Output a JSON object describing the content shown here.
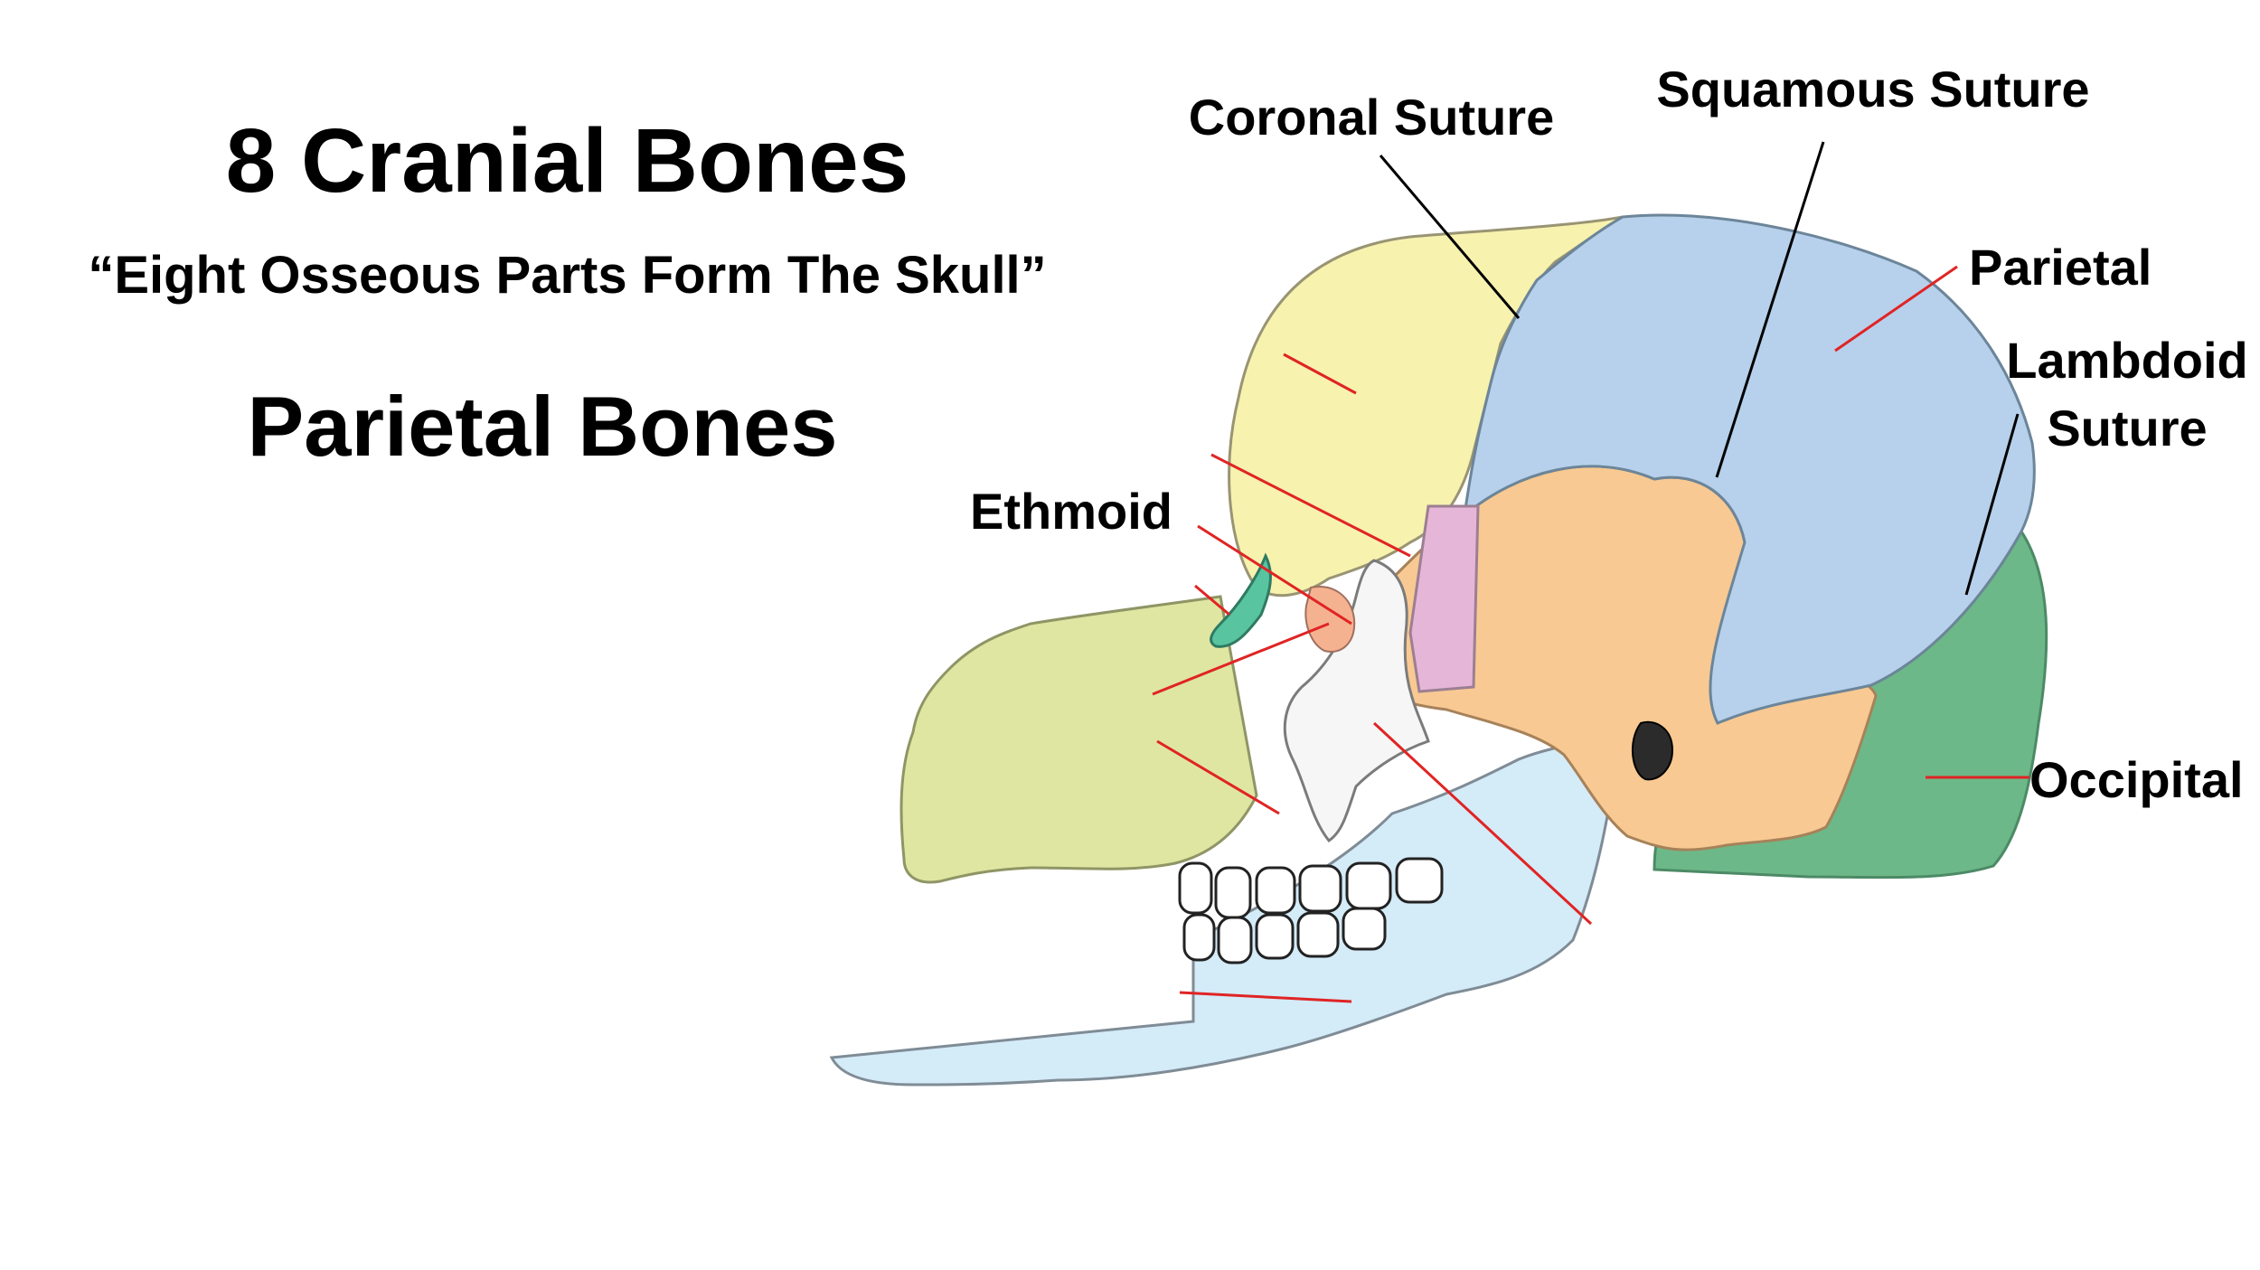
{
  "title": "8 Cranial Bones",
  "mnemonic": "“Eight Osseous Parts Form The Skull”",
  "subtitle": "Parietal Bones",
  "labels": {
    "coronal_suture": "Coronal Suture",
    "squamous_suture": "Squamous Suture",
    "parietal": "Parietal",
    "lambdoid_line1": "Lambdoid",
    "lambdoid_line2": "Suture",
    "ethmoid": "Ethmoid",
    "occipital": "Occipital"
  },
  "colors": {
    "frontal": "#f7f2ae",
    "parietal": "#b7d1ec",
    "temporal": "#f8c992",
    "occipital": "#6db888",
    "sphenoid": "#e6b6d8",
    "zygomatic": "#f6f6f6",
    "maxilla": "#dfe6a2",
    "mandible": "#d4ebf8",
    "nasal": "#58c4a0",
    "pointer_line": "#e02424"
  }
}
